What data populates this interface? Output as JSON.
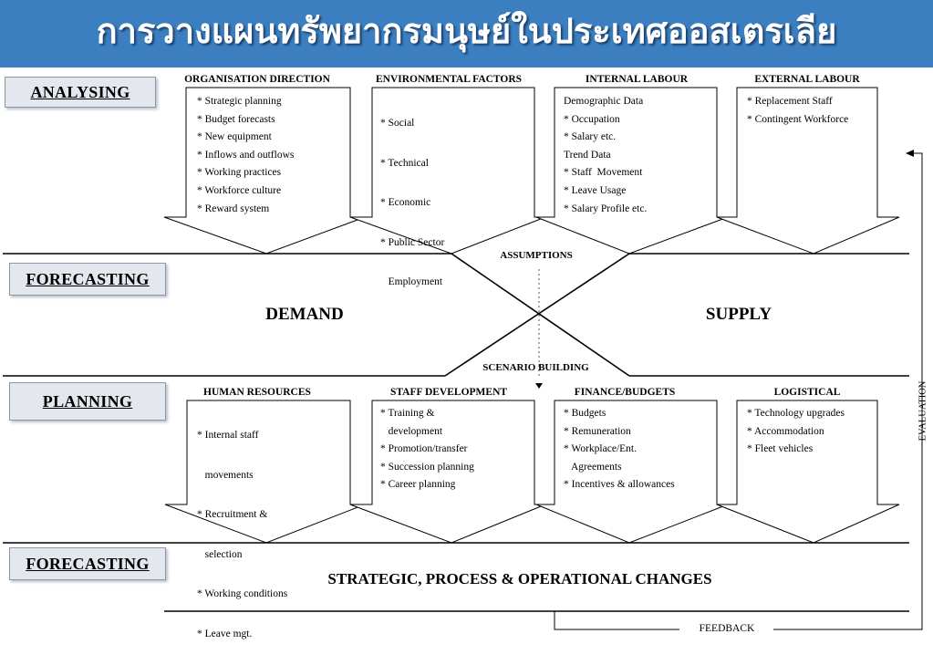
{
  "title": "การวางแผนทรัพยากรมนุษย์ในประเทศออสเตรเลีย",
  "section_labels": {
    "analysing": "ANALYSING",
    "forecasting_1": "FORECASTING",
    "planning": "PLANNING",
    "forecasting_2": "FORECASTING"
  },
  "analysing_columns": [
    {
      "heading": "ORGANISATION DIRECTION",
      "items": [
        "* Strategic planning",
        "* Budget forecasts",
        "* New equipment",
        "* Inflows and outflows",
        "* Working practices",
        "* Workforce culture",
        "* Reward system"
      ]
    },
    {
      "heading": "ENVIRONMENTAL  FACTORS",
      "items": [
        "* Social",
        "* Technical",
        "* Economic",
        "* Public Sector",
        "   Employment"
      ]
    },
    {
      "heading": "INTERNAL LABOUR",
      "items": [
        "Demographic Data",
        "* Occupation",
        "* Salary etc.",
        "Trend Data",
        "* Staff  Movement",
        "* Leave Usage",
        "* Salary Profile etc."
      ]
    },
    {
      "heading": "EXTERNAL LABOUR",
      "items": [
        "* Replacement Staff",
        "* Contingent Workforce"
      ]
    }
  ],
  "middle": {
    "assumptions": "ASSUMPTIONS",
    "demand": "DEMAND",
    "supply": "SUPPLY",
    "scenario_building": "SCENARIO BUILDING"
  },
  "planning_columns": [
    {
      "heading": "HUMAN RESOURCES",
      "items": [
        "* Internal staff",
        "   movements",
        "* Recruitment &",
        "   selection",
        "* Working conditions",
        "* Leave mgt."
      ]
    },
    {
      "heading": "STAFF DEVELOPMENT",
      "items": [
        "* Training &",
        "   development",
        "* Promotion/transfer",
        "* Succession planning",
        "* Career planning"
      ]
    },
    {
      "heading": "FINANCE/BUDGETS",
      "items": [
        "* Budgets",
        "* Remuneration",
        "* Workplace/Ent.",
        "   Agreements",
        "* Incentives & allowances"
      ]
    },
    {
      "heading": "LOGISTICAL",
      "items": [
        "* Technology upgrades",
        "* Accommodation",
        "* Fleet vehicles"
      ]
    }
  ],
  "bottom": {
    "changes": "STRATEGIC, PROCESS & OPERATIONAL CHANGES",
    "feedback": "FEEDBACK",
    "evaluation": "EVALUATION"
  }
}
